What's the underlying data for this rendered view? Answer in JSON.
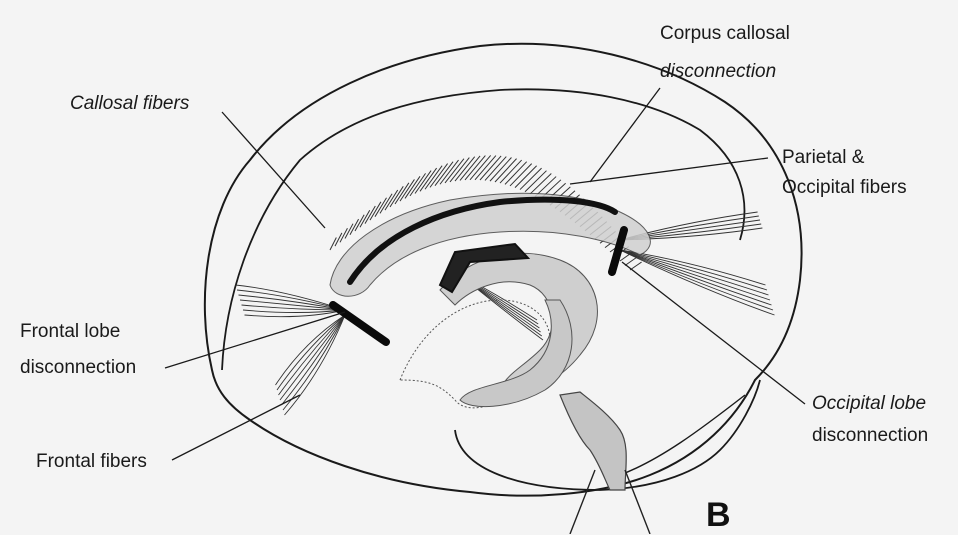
{
  "labels": {
    "callosal_fibers": "Callosal fibers",
    "corpus_callosal_line1": "Corpus callosal",
    "corpus_callosal_line2": "disconnection",
    "parietal_line1": "Parietal &",
    "parietal_line2": "Occipital fibers",
    "frontal_lobe_line1": "Frontal lobe",
    "frontal_lobe_line2": "disconnection",
    "occipital_lobe_line1": "Occipital lobe",
    "occipital_lobe_line2": "disconnection",
    "frontal_fibers": "Frontal fibers"
  },
  "panel_letter": "B"
}
